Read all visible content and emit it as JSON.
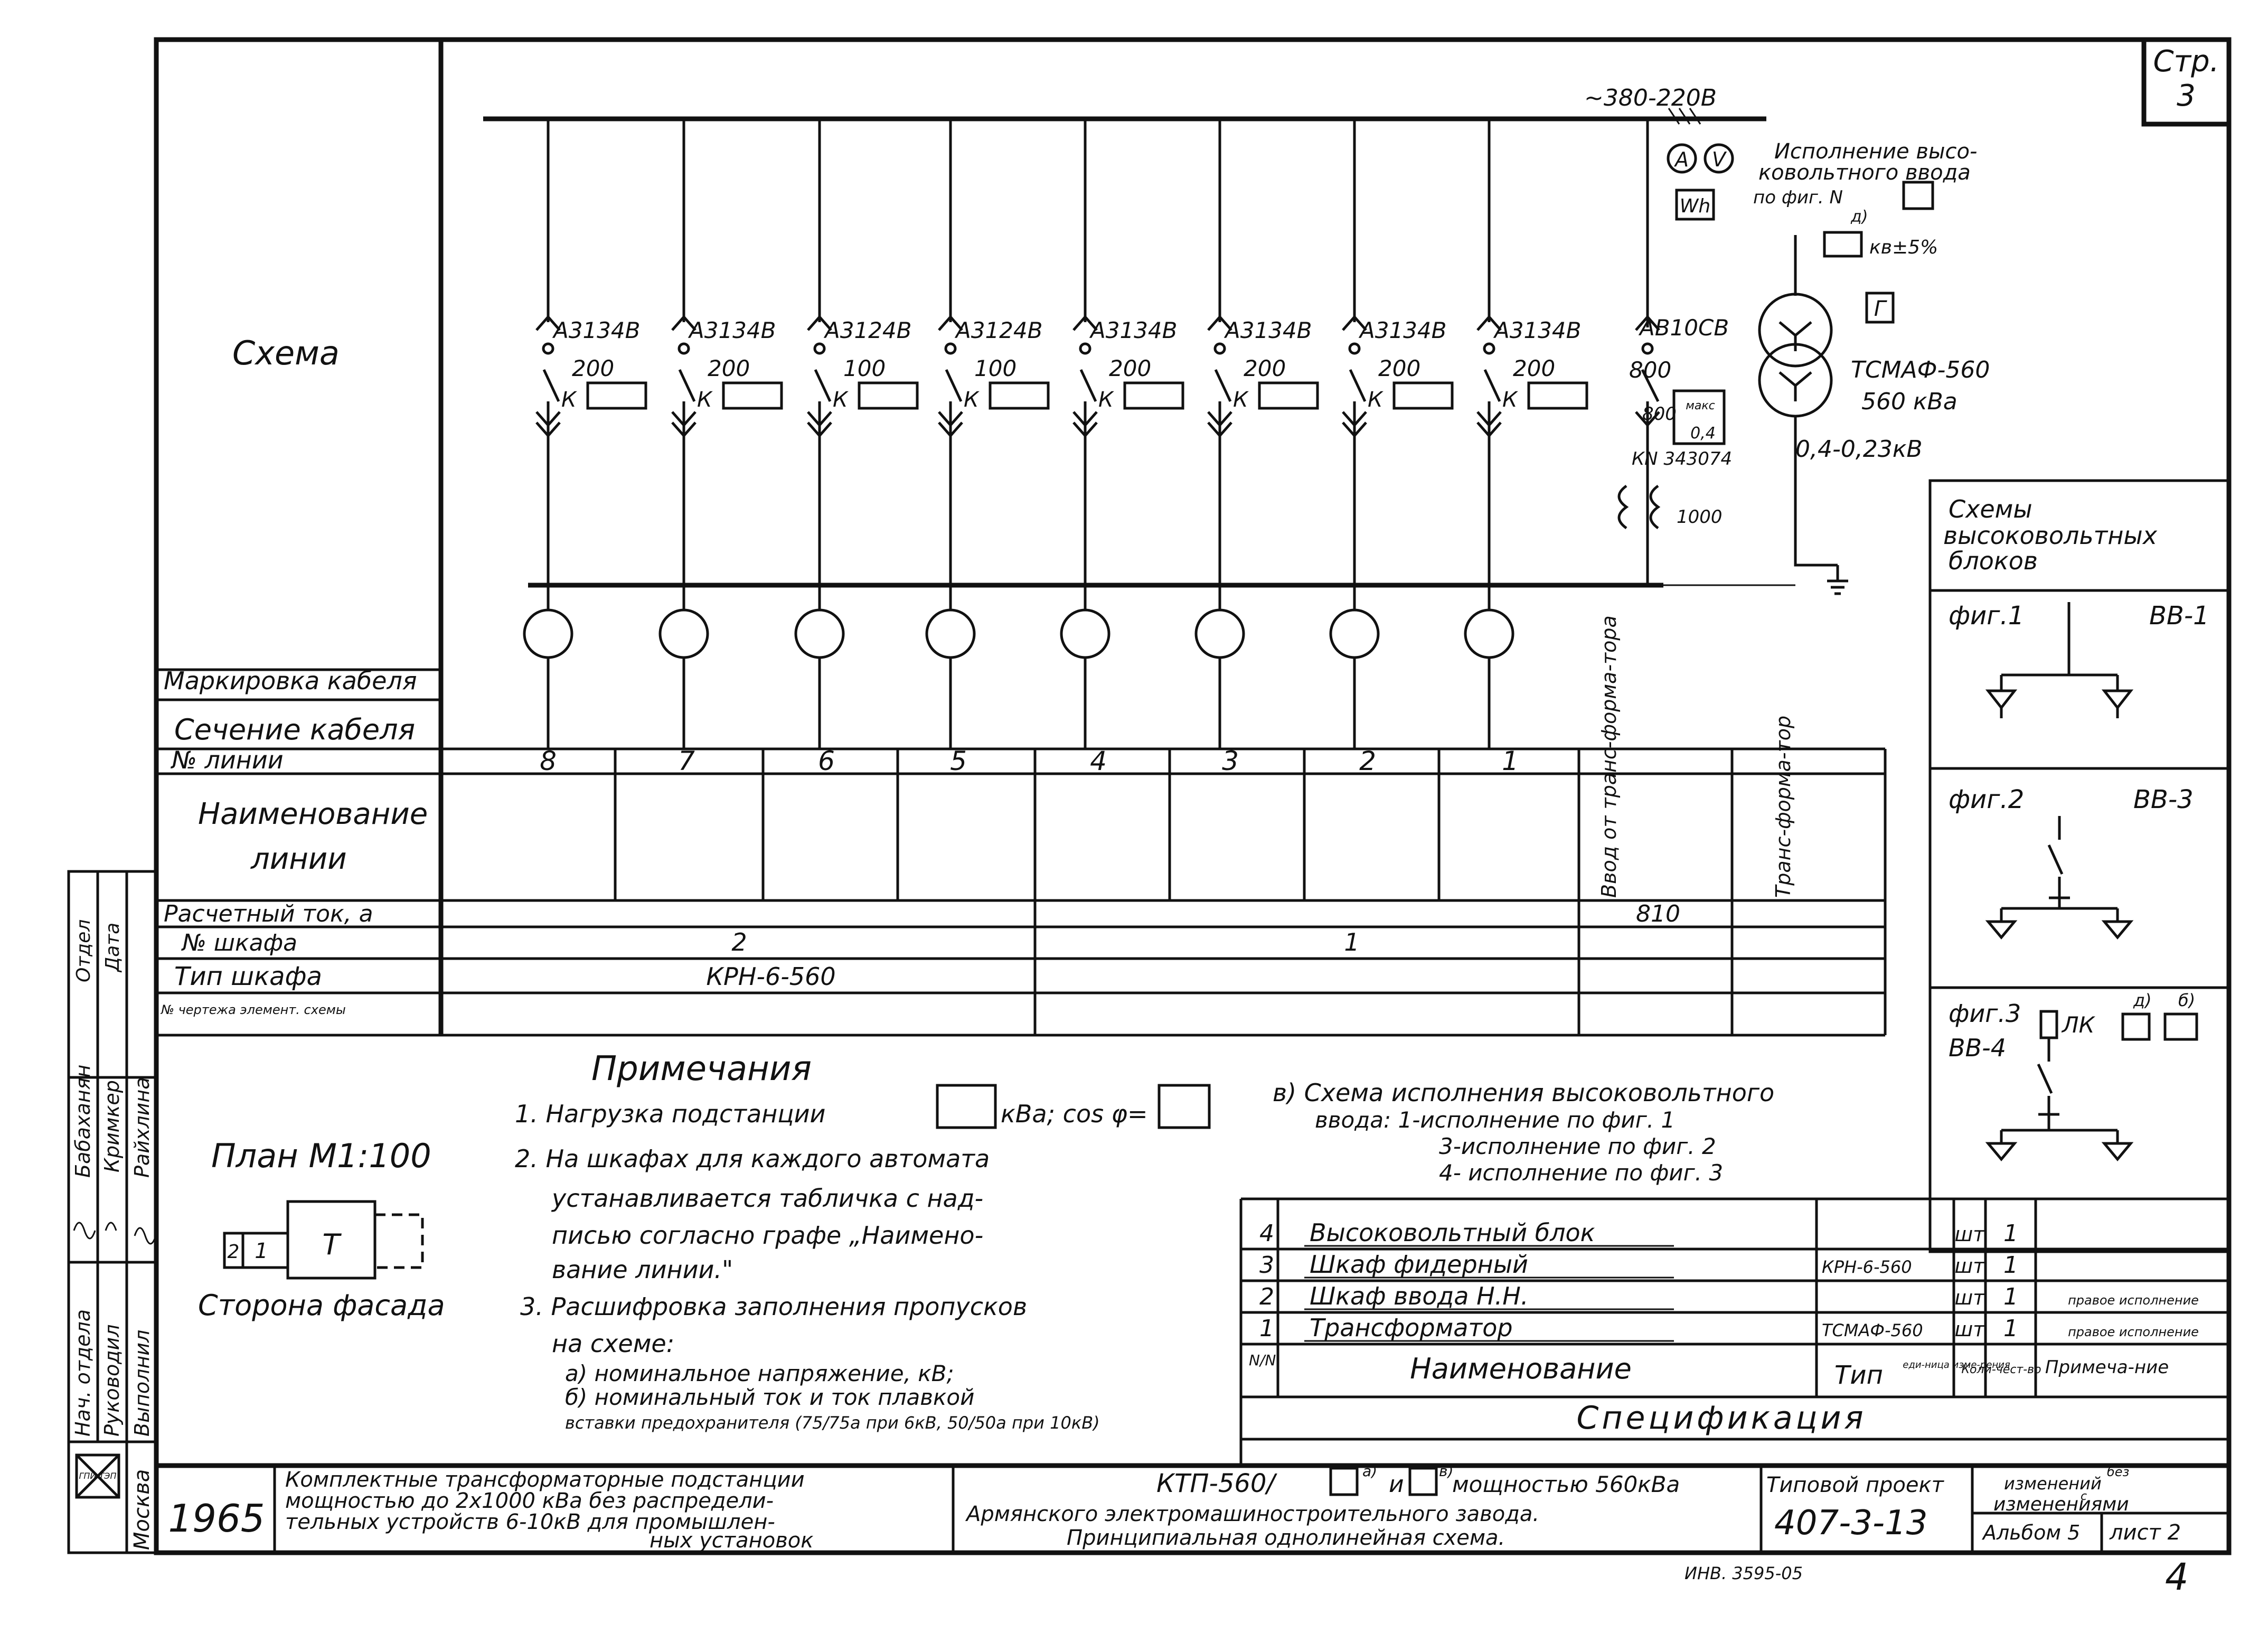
{
  "sheet": {
    "page_label": "Стр.",
    "page_number": "3",
    "year": "1965",
    "handwritten_ref": "ИНВ. 3595-05",
    "handwritten_page": "4"
  },
  "schematic": {
    "scheme_label": "Схема",
    "supply_voltage": "~380-220В",
    "ammeter": "A",
    "voltmeter": "V",
    "meter": "Wh",
    "hv_note_1": "Исполнение высо-",
    "hv_note_2": "ковольтного ввода",
    "hv_note_3": "по фиг. N",
    "hv_mark_d": "д)",
    "hv_tap": "кв±5%",
    "relay_mark": "Г",
    "transformer_type": "ТСМАФ-560",
    "transformer_power": "560 кВа",
    "transformer_voltage": "0,4-0,23кВ",
    "contact_mark": "К",
    "main_breaker_type": "АВ10СВ",
    "main_breaker_rating": "800",
    "main_relay_setting": "800",
    "main_relay_label": "макс",
    "main_relay_value": "0,4",
    "relay_part_number": "КN 343074",
    "ct_rating": "1000",
    "feeders": [
      {
        "breaker": "А3134В",
        "rating": "200"
      },
      {
        "breaker": "А3134В",
        "rating": "200"
      },
      {
        "breaker": "А3124В",
        "rating": "100"
      },
      {
        "breaker": "А3124В",
        "rating": "100"
      },
      {
        "breaker": "А3134В",
        "rating": "200"
      },
      {
        "breaker": "А3134В",
        "rating": "200"
      },
      {
        "breaker": "А3134В",
        "rating": "200"
      },
      {
        "breaker": "А3134В",
        "rating": "200"
      }
    ]
  },
  "table": {
    "row_cable_marking": "Маркировка кабеля",
    "row_cable_section": "Сечение кабеля",
    "row_line_number": "№ линии",
    "row_line_name_1": "Наименование",
    "row_line_name_2": "линии",
    "row_current": "Расчетный ток, а",
    "row_cabinet_no": "№ шкафа",
    "row_cabinet_type": "Тип шкафа",
    "row_drawing_no": "№ чертежа элемент. схемы",
    "line_numbers": [
      "8",
      "7",
      "6",
      "5",
      "4",
      "3",
      "2",
      "1"
    ],
    "col_input_name": "Ввод от транс-форма-тора",
    "col_transformer_name": "Транс-форма-тор",
    "input_current": "810",
    "cabinet_2": "2",
    "cabinet_1": "1",
    "cabinet_type_2": "КРН-6-560"
  },
  "hv_blocks": {
    "title_1": "Схемы",
    "title_2": "высоковольтных",
    "title_3": "блоков",
    "fig1": "фиг.1",
    "fig1_code": "ВВ-1",
    "fig2": "фиг.2",
    "fig2_code": "ВВ-3",
    "fig3": "фиг.3",
    "fig3_code": "ВВ-4",
    "fig3_lk": "ЛК",
    "fig3_mark_d": "д)",
    "fig3_mark_b": "б)"
  },
  "plan": {
    "title": "План М1:100",
    "cell_2": "2",
    "cell_1": "1",
    "cell_t": "Т",
    "facade": "Сторона фасада"
  },
  "notes": {
    "title": "Примечания",
    "n1_a": "1. Нагрузка подстанции",
    "n1_b": "кВа; cos φ=",
    "n2_a": "2. На шкафах для каждого автомата",
    "n2_b": "устанавливается табличка с над-",
    "n2_c": "писью согласно графе „Наимено-",
    "n2_d": "вание линии.\"",
    "n3_a": "3. Расшифровка заполнения пропусков",
    "n3_b": "на схеме:",
    "n3_c": "а) номинальное напряжение, кВ;",
    "n3_d": "б) номинальный ток и ток плавкой",
    "n3_e": "вставки предохранителя (75/75а при 6кВ, 50/50а при 10кВ)",
    "v_a": "в) Схема исполнения высоковольтного",
    "v_b": "ввода:  1-исполнение по фиг. 1",
    "v_c": "3-исполнение по фиг. 2",
    "v_d": "4- исполнение по фиг. 3"
  },
  "spec": {
    "title": "Спецификация",
    "rows": [
      {
        "no": "4",
        "name": "Высоковольтный блок",
        "type": "",
        "unit": "шт",
        "qty": "1",
        "note": ""
      },
      {
        "no": "3",
        "name": "Шкаф фидерный",
        "type": "КРН-6-560",
        "unit": "шт",
        "qty": "1",
        "note": ""
      },
      {
        "no": "2",
        "name": "Шкаф ввода Н.Н.",
        "type": "",
        "unit": "шт",
        "qty": "1",
        "note": "правое исполнение"
      },
      {
        "no": "1",
        "name": "Трансформатор",
        "type": "ТСМАФ-560",
        "unit": "шт",
        "qty": "1",
        "note": "правое исполнение"
      }
    ],
    "h_no": "N/N",
    "h_name": "Наименование",
    "h_type": "Тип",
    "h_unit": "еди-ница изме-рения",
    "h_qty": "Коли-чест-во",
    "h_note": "Примеча-ние"
  },
  "title_block": {
    "left_1": "Комплектные трансформаторные подстанции",
    "left_2": "мощностью до 2х1000 кВа без распредели-",
    "left_3": "тельных устройств 6-10кВ для промышлен-",
    "left_4": "ных установок",
    "mid_1a": "КТП-560/",
    "mid_1b": "а)",
    "mid_1c": "и",
    "mid_1d": "в)",
    "mid_1e": "мощностью 560кВа",
    "mid_2": "Армянского электромашиностроительного завода.",
    "mid_3": "Принципиальная однолинейная схема.",
    "project_label": "Типовой проект",
    "project_number": "407-3-13",
    "changes_1": "без",
    "changes_2": "изменений",
    "changes_3": "с",
    "changes_4": "изменениями",
    "album": "Альбом 5",
    "sheet_no": "лист 2",
    "city": "Москва",
    "logo": "ГПИ ТЭП"
  },
  "signatures": {
    "role_1": "Нач. отдела",
    "role_2": "Руководил",
    "role_3": "Выполнил",
    "name_1": "Бабаханян",
    "name_2": "Кримкер",
    "name_3": "Райхлина",
    "col_dept": "Отдел",
    "col_date": "Дата"
  }
}
